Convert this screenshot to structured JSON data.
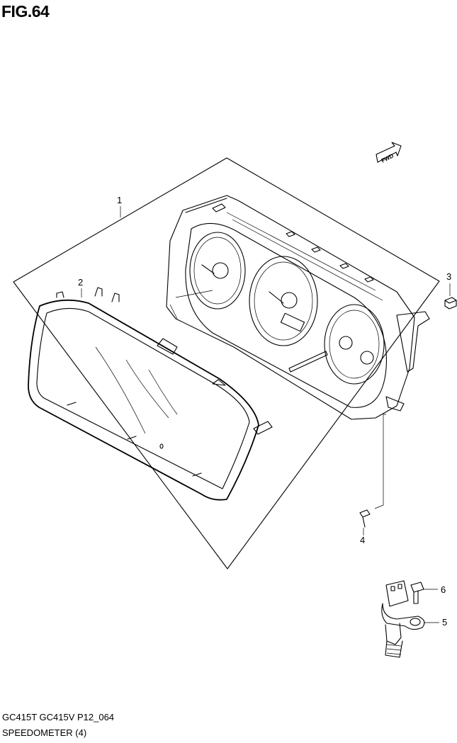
{
  "figure": {
    "title": "FIG.64",
    "model_line": "GC415T GC415V P12_064",
    "caption": "SPEEDOMETER (4)"
  },
  "direction_badge": {
    "text": "FWD"
  },
  "callouts": [
    {
      "number": "1"
    },
    {
      "number": "2"
    },
    {
      "number": "3"
    },
    {
      "number": "4"
    },
    {
      "number": "5"
    },
    {
      "number": "6"
    }
  ]
}
